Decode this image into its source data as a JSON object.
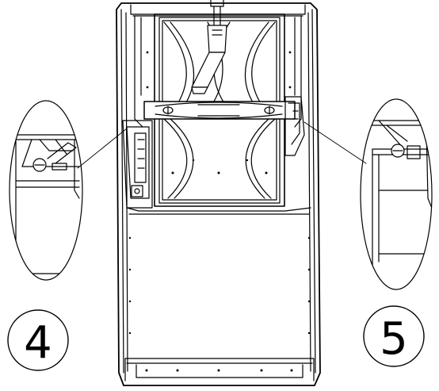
{
  "callouts": [
    {
      "id": "left",
      "number": "4"
    },
    {
      "id": "right",
      "number": "5"
    }
  ],
  "colors": {
    "line": "#000000",
    "background": "#ffffff",
    "shade": "#e8e8e8"
  },
  "icons": [
    "screw-icon"
  ]
}
